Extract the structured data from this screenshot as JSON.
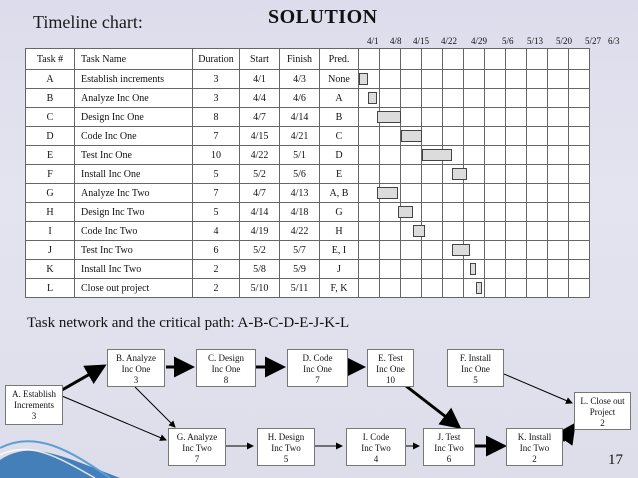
{
  "slide_heading": "Timeline chart:",
  "solution_title": "SOLUTION",
  "timeline_dates": [
    "4/1",
    "4/8",
    "4/15",
    "4/22",
    "4/29",
    "5/6",
    "5/13",
    "5/20",
    "5/27",
    "6/3"
  ],
  "table": {
    "headers": [
      "Task #",
      "Task Name",
      "Duration",
      "Start",
      "Finish",
      "Pred."
    ],
    "rows": [
      {
        "id": "A",
        "name": "Establish increments",
        "duration": "3",
        "start": "4/1",
        "finish": "4/3",
        "pred": "None"
      },
      {
        "id": "B",
        "name": "Analyze Inc One",
        "duration": "3",
        "start": "4/4",
        "finish": "4/6",
        "pred": "A"
      },
      {
        "id": "C",
        "name": "Design Inc One",
        "duration": "8",
        "start": "4/7",
        "finish": "4/14",
        "pred": "B"
      },
      {
        "id": "D",
        "name": "Code Inc One",
        "duration": "7",
        "start": "4/15",
        "finish": "4/21",
        "pred": "C"
      },
      {
        "id": "E",
        "name": "Test Inc One",
        "duration": "10",
        "start": "4/22",
        "finish": "5/1",
        "pred": "D"
      },
      {
        "id": "F",
        "name": "Install Inc One",
        "duration": "5",
        "start": "5/2",
        "finish": "5/6",
        "pred": "E"
      },
      {
        "id": "G",
        "name": "Analyze Inc Two",
        "duration": "7",
        "start": "4/7",
        "finish": "4/13",
        "pred": "A, B"
      },
      {
        "id": "H",
        "name": "Design Inc Two",
        "duration": "5",
        "start": "4/14",
        "finish": "4/18",
        "pred": "G"
      },
      {
        "id": "I",
        "name": "Code Inc Two",
        "duration": "4",
        "start": "4/19",
        "finish": "4/22",
        "pred": "H"
      },
      {
        "id": "J",
        "name": "Test Inc Two",
        "duration": "6",
        "start": "5/2",
        "finish": "5/7",
        "pred": "E, I"
      },
      {
        "id": "K",
        "name": "Install Inc Two",
        "duration": "2",
        "start": "5/8",
        "finish": "5/9",
        "pred": "J"
      },
      {
        "id": "L",
        "name": "Close out project",
        "duration": "2",
        "start": "5/10",
        "finish": "5/11",
        "pred": "F, K"
      }
    ]
  },
  "network_heading": "Task network and the critical path:   A-B-C-D-E-J-K-L",
  "network_nodes": {
    "A": [
      "A. Establish",
      "Increments",
      "3"
    ],
    "B": [
      "B. Analyze",
      "Inc One",
      "3"
    ],
    "C": [
      "C. Design",
      "Inc One",
      "8"
    ],
    "D": [
      "D. Code",
      "Inc One",
      "7"
    ],
    "E": [
      "E. Test",
      "Inc One",
      "10"
    ],
    "F": [
      "F. Install",
      "Inc One",
      "5"
    ],
    "G": [
      "G. Analyze",
      "Inc Two",
      "7"
    ],
    "H": [
      "H. Design",
      "Inc Two",
      "5"
    ],
    "I": [
      "I. Code",
      "Inc Two",
      "4"
    ],
    "J": [
      "J. Test",
      "Inc Two",
      "6"
    ],
    "K": [
      "K. Install",
      "Inc Two",
      "2"
    ],
    "L": [
      "L. Close out",
      "Project",
      "2"
    ]
  },
  "page_number": "17",
  "colors": {
    "accent": "#2a6fb0",
    "bar_fill": "#dcdcdc",
    "background": "#e0e0ec"
  }
}
